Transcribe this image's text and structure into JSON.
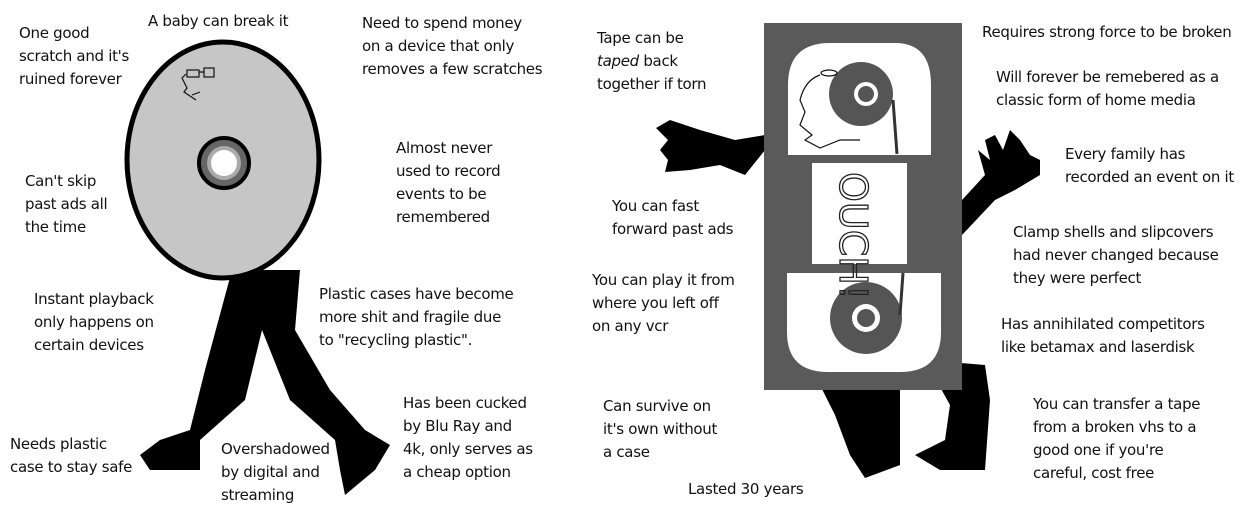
{
  "left_disc": {
    "labels": {
      "scratch": [
        "One good",
        "scratch and it's",
        "ruined forever"
      ],
      "baby": [
        "A baby can break it"
      ],
      "money": [
        "Need to spend money",
        "on a device that only",
        "removes a few scratches"
      ],
      "record": [
        "Almost never",
        "used to record",
        "events to be",
        "remembered"
      ],
      "ads": [
        "Can't skip",
        "past ads all",
        "the time"
      ],
      "playback": [
        "Instant playback",
        "only happens on",
        "certain devices"
      ],
      "cases": [
        "Plastic cases have become",
        "more shit and fragile due",
        "to \"recycling plastic\"."
      ],
      "bluray": [
        "Has been cucked",
        "by Blu Ray and",
        "4k, only serves as",
        "a cheap option"
      ],
      "needs_case": [
        "Needs plastic",
        "case to stay safe"
      ],
      "digital": [
        "Overshadowed",
        "by digital and",
        "streaming"
      ]
    }
  },
  "right_vhs": {
    "labels": {
      "tape_italic": "taped",
      "tape": [
        "Tape can be",
        "back",
        "together if torn"
      ],
      "force": [
        "Requires strong force to be broken"
      ],
      "remembered": [
        "Will forever be remebered as a",
        "classic form of home media"
      ],
      "family": [
        "Every family has",
        "recorded an event on it"
      ],
      "fastforward": [
        "You can fast",
        "forward past ads"
      ],
      "clamp": [
        "Clamp shells and slipcovers",
        "had never changed because",
        "they were perfect"
      ],
      "play": [
        "You can play it from",
        "where you left off",
        "on any vcr"
      ],
      "annihilated": [
        "Has annihilated competitors",
        "like betamax and laserdisk"
      ],
      "survive": [
        "Can survive on",
        "it's own without",
        "a case"
      ],
      "transfer": [
        "You can transfer a tape",
        "from a broken vhs to a",
        "good one if you're",
        "careful, cost free"
      ],
      "lasted": [
        "Lasted 30 years"
      ]
    },
    "label_text": "OUCH!"
  }
}
